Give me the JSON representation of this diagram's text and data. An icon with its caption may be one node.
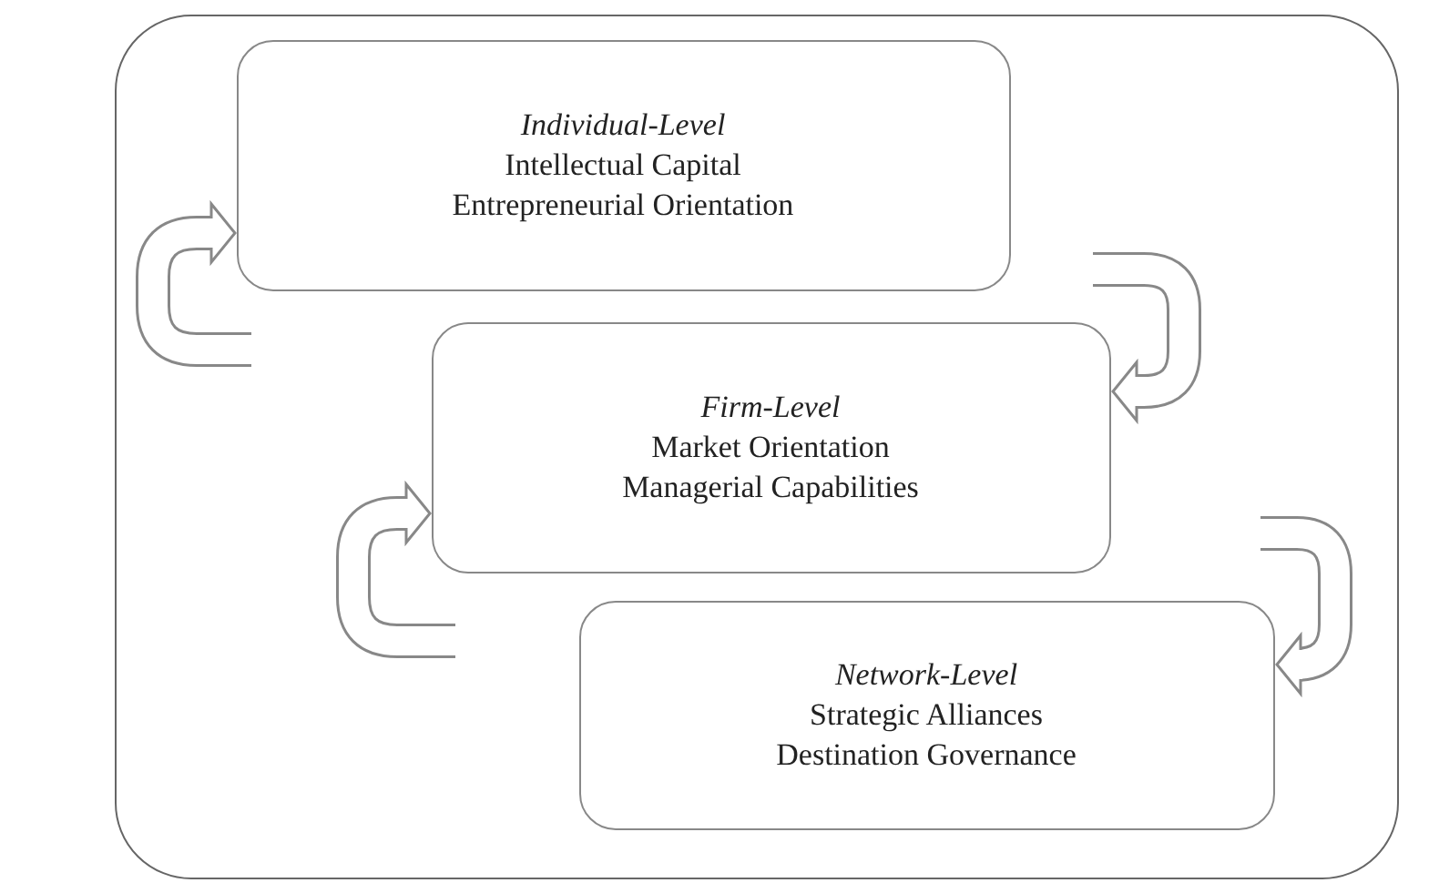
{
  "diagram": {
    "nodes": [
      {
        "text": [],
        "shape": "box"
      },
      {
        "text": [
          "Individual-Level",
          "Intellectual Capital",
          "Entrepreneurial Orientation"
        ],
        "in": 0
      },
      {
        "text": [
          "Firm-Level",
          "Market Orientation",
          "Managerial Capabilities"
        ],
        "in": 0
      },
      {
        "text": [
          "Network-Level",
          "Strategic Alliances",
          "Destination Governance"
        ],
        "in": 0
      }
    ],
    "edges": [
      {
        "from": null,
        "to": 1,
        "arrow": "to"
      },
      {
        "from": null,
        "to": 2,
        "arrow": "to"
      },
      {
        "from": null,
        "to": 2,
        "arrow": "to"
      },
      {
        "from": null,
        "to": 3,
        "arrow": "to"
      }
    ]
  }
}
